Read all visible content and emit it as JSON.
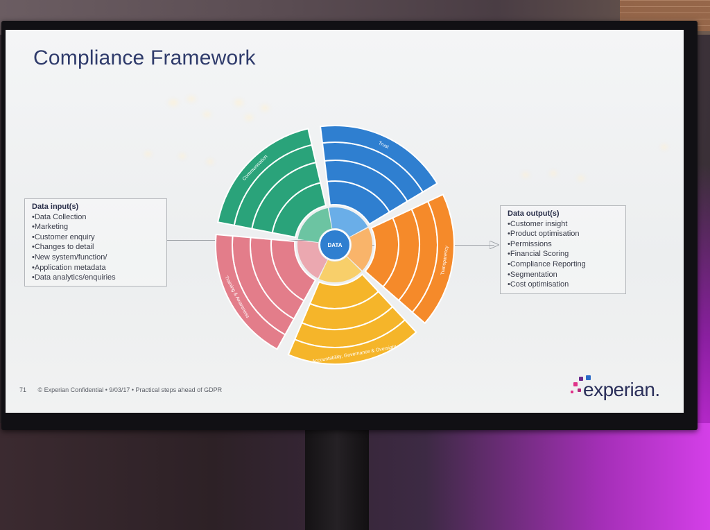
{
  "slide": {
    "title": "Compliance Framework",
    "footer_page": "71",
    "footer_text": "© Experian Confidential • 9/03/17 • Practical steps ahead of GDPR",
    "logo_text": "experian."
  },
  "data_input": {
    "heading": "Data input(s)",
    "items": [
      "•Data Collection",
      "•Marketing",
      "•Customer enquiry",
      "•Changes to detail",
      "•New system/function/",
      "•Application metadata",
      "•Data analytics/enquiries"
    ]
  },
  "data_output": {
    "heading": "Data output(s)",
    "items": [
      "•Customer insight",
      "•Product optimisation",
      "•Permissions",
      "•Financial Scoring",
      "•Compliance Reporting",
      "•Segmentation",
      "•Cost optimisation"
    ]
  },
  "wheel": {
    "center": "DATA",
    "segments": [
      {
        "name": "Trust",
        "color": "#2f7fd0",
        "inner": "#6aaee8"
      },
      {
        "name": "Transparency",
        "color": "#f58a2a",
        "inner": "#f9b46a"
      },
      {
        "name": "Accountability, Governance & Oversight",
        "color": "#f5b52a",
        "inner": "#f8cf6a"
      },
      {
        "name": "Training & Awareness",
        "color": "#e37d8a",
        "inner": "#eba8b0"
      },
      {
        "name": "Communication",
        "color": "#2aa37a",
        "inner": "#6cc4a2"
      }
    ]
  },
  "colors": {
    "title": "#2f3b6b",
    "logo_dots": [
      "#e0338a",
      "#6a2a8c",
      "#2a6ac8",
      "#b02a7a"
    ]
  }
}
